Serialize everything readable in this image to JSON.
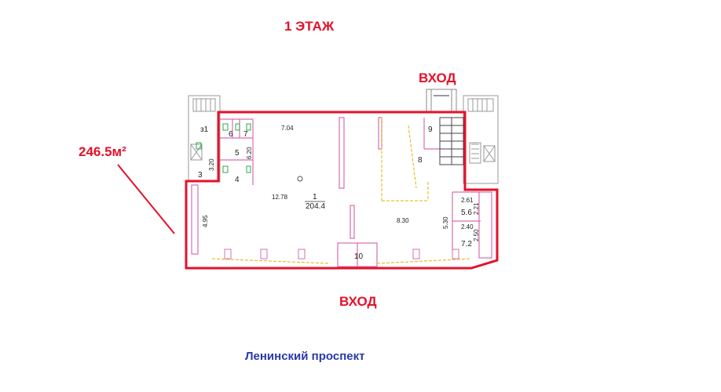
{
  "floor_title": "1 ЭТАЖ",
  "entry_top": "ВХОД",
  "entry_bottom": "ВХОД",
  "total_area": "246.5м²",
  "street": "Ленинский проспект",
  "colors": {
    "outline": "#e3122a",
    "walls": "#d66fb0",
    "dims": "#e0b400",
    "street": "#2a3aa8",
    "fixtures": "#2ea84a"
  },
  "rooms": {
    "r1_number": "1",
    "r1_area": "204.4",
    "r3": "3",
    "r4": "4",
    "r5": "5",
    "r6": "6",
    "r7": "7",
    "r8": "8",
    "r9": "9",
    "r10": "10",
    "r_z1": "з1",
    "r_wc1": "5.6",
    "r_wc2": "7.2"
  },
  "dimensions": {
    "d_top": "7.04",
    "d_mid": "12.78",
    "d_620": "6.20",
    "d_320": "3.20",
    "d_495": "4.95",
    "d_830": "8.30",
    "d_530": "5.30",
    "d_261": "2.61",
    "d_221": "2.21",
    "d_240": "2.40",
    "d_250": "2.50"
  }
}
